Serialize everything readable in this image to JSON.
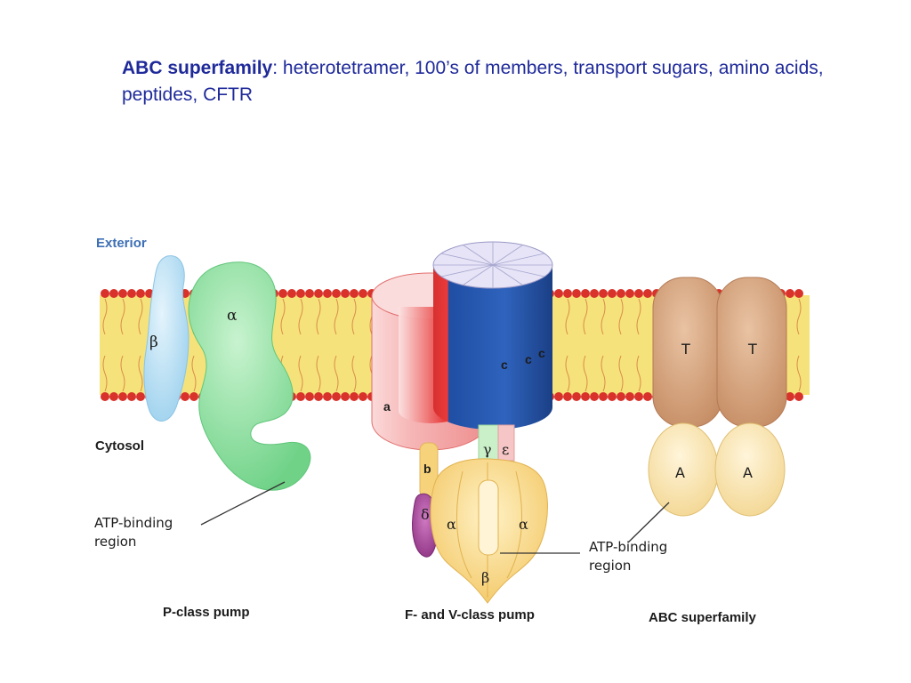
{
  "heading": {
    "bold": "ABC superfamily",
    "rest": ": heterotetramer, 100’s of members, transport sugars, amino acids, peptides, CFTR"
  },
  "labels": {
    "exterior": "Exterior",
    "cytosol": "Cytosol",
    "atp_binding_1": "ATP-binding",
    "region_1": "region",
    "atp_binding_2": "ATP-binding",
    "region_2": "region"
  },
  "p_class": {
    "title": "P-class pump",
    "alpha": "α",
    "beta": "β"
  },
  "fv_class": {
    "title": "F- and V-class pump",
    "a": "a",
    "c1": "c",
    "c2": "c",
    "c3": "c",
    "gamma": "γ",
    "epsilon": "ε",
    "b": "b",
    "delta": "δ",
    "alpha_left": "α",
    "alpha_right": "α",
    "beta": "β"
  },
  "abc": {
    "title": "ABC superfamily",
    "t1": "T",
    "t2": "T",
    "a1": "A",
    "a2": "A"
  },
  "colors": {
    "heading": "#1f2a9a",
    "membrane_core": "#f6e27a",
    "lipid_head": "#d8322a",
    "p_alpha": "#8fe0a0",
    "p_beta": "#b5dcf2",
    "red_cylinder": "#e03030",
    "blue_cylinder": "#2a5bb0",
    "f1_head": "#f6d27a",
    "abc_t": "#cf9e77",
    "abc_a": "#f7e0a8",
    "delta": "#9a3f90"
  }
}
